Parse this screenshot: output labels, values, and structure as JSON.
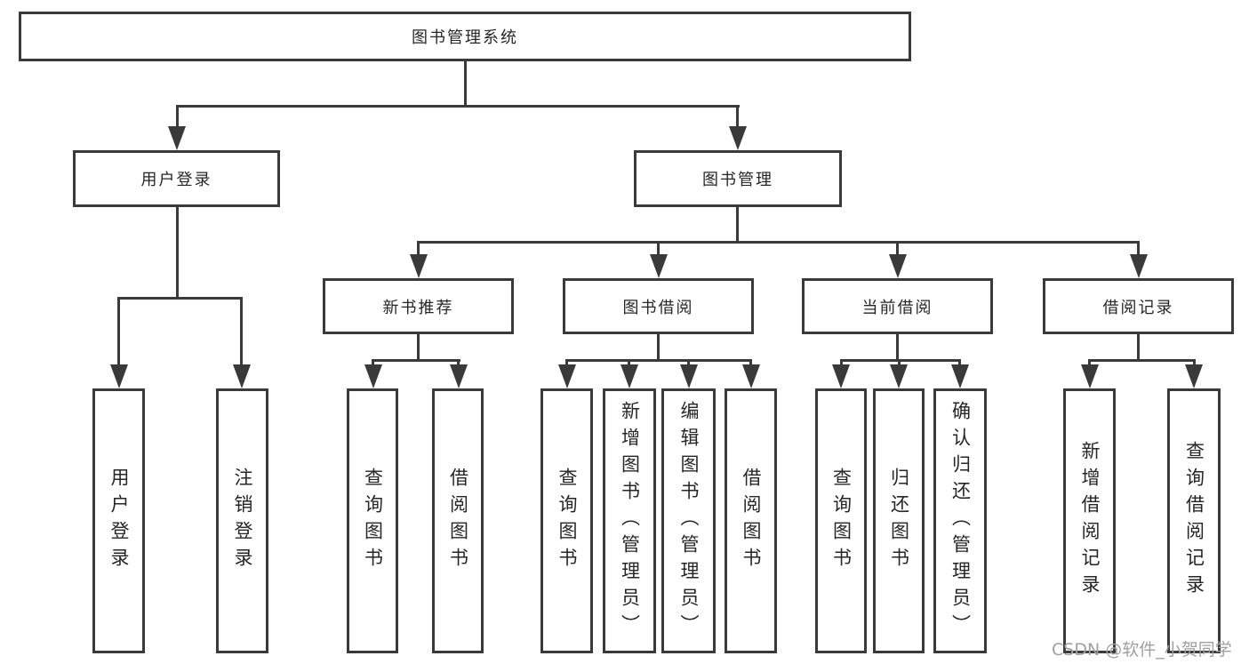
{
  "diagram": {
    "root": {
      "label": "图书管理系统",
      "children": [
        {
          "label": "用户登录",
          "children": [
            {
              "label": "用户登录"
            },
            {
              "label": "注销登录"
            }
          ]
        },
        {
          "label": "图书管理",
          "children": [
            {
              "label": "新书推荐",
              "children": [
                {
                  "label": "查询图书"
                },
                {
                  "label": "借阅图书"
                }
              ]
            },
            {
              "label": "图书借阅",
              "children": [
                {
                  "label": "查询图书"
                },
                {
                  "label": "新增图书（管理员）"
                },
                {
                  "label": "编辑图书（管理员）"
                },
                {
                  "label": "借阅图书"
                }
              ]
            },
            {
              "label": "当前借阅",
              "children": [
                {
                  "label": "查询图书"
                },
                {
                  "label": "归还图书"
                },
                {
                  "label": "确认归还（管理员）"
                }
              ]
            },
            {
              "label": "借阅记录",
              "children": [
                {
                  "label": "新增借阅记录"
                },
                {
                  "label": "查询借阅记录"
                }
              ]
            }
          ]
        }
      ]
    }
  },
  "watermark": "CSDN @软件_小贺同学",
  "colors": {
    "line": "#3a3a3a",
    "text": "#262626",
    "wm": "#a0a0a0",
    "bg": "#ffffff"
  }
}
